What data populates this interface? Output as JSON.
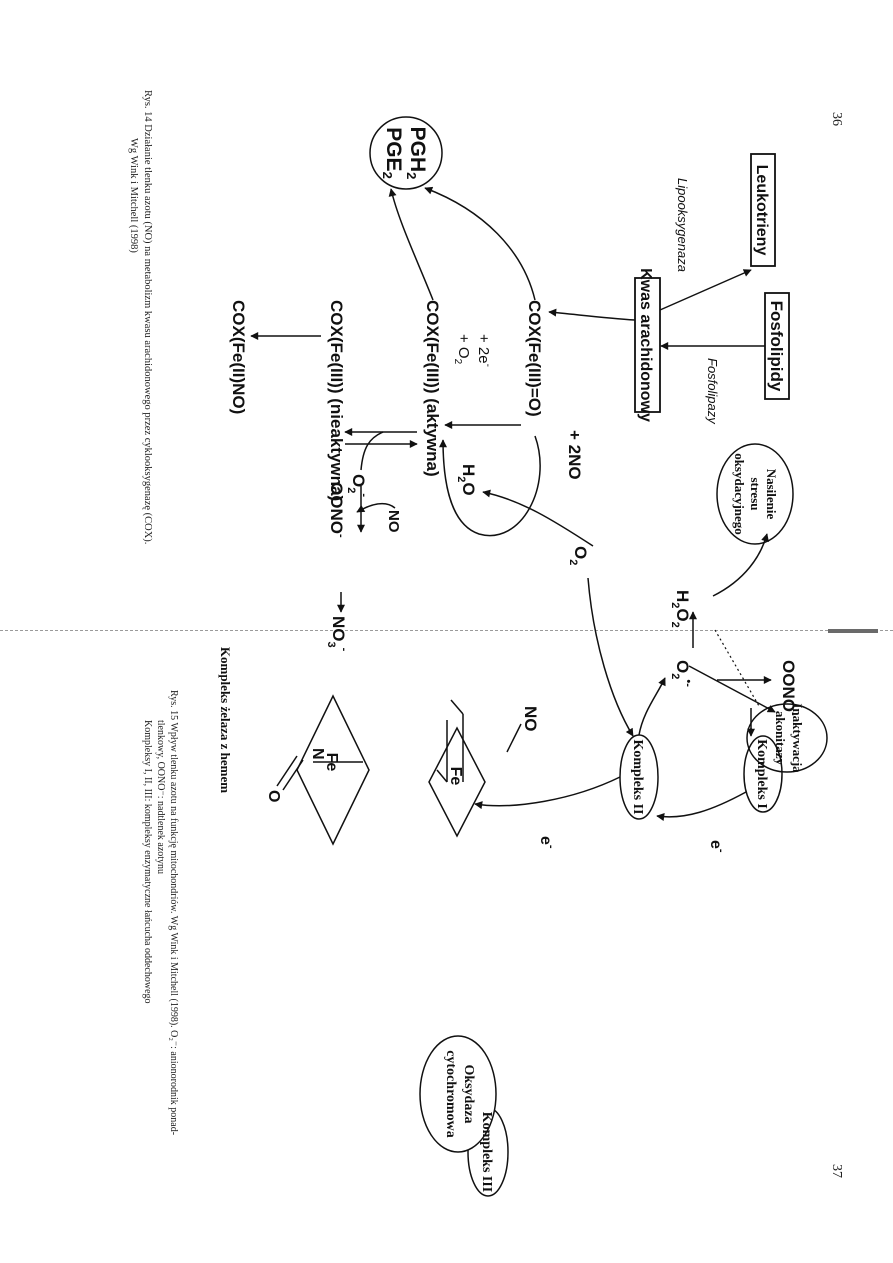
{
  "pages": {
    "left_number": "36",
    "right_number": "37"
  },
  "fig14": {
    "fosfolipidy": "Fosfolipidy",
    "fosfolipazy": "Fosfolipazy",
    "kwas": "Kwas arachidonowy",
    "lipooksygenaza": "Lipooksygenaza",
    "leukotrieny": "Leukotrieny",
    "cox_fe_o": "COX(Fe(III)=O)",
    "pg1": "PGH",
    "pg1_sub": "2",
    "pg2": "PGE",
    "pg2_sub": "2",
    "plus_2no": "+ 2NO",
    "plus_2e": "+ 2e",
    "plus_2e_sup": "-",
    "plus_o2": "+ O",
    "plus_o2_sub": "2",
    "cox_akt": "COX(Fe(III)) (aktywna)",
    "cox_niek": "COX(Fe(III)) (nieaktywna)",
    "cox_no": "COX(Fe(II)NO)",
    "o2r": "O",
    "o2r_sub": "2",
    "o2r_sup": "-",
    "no": "NO",
    "oono": "OONO",
    "oono_sup": "-",
    "no3": "NO",
    "no3_sub": "3",
    "no3_sup": "-",
    "caption1": "Rys. 14 Działanie tlenku azotu (NO) na metabolizm kwasu arachidonowego przez cyklooksygenazę (COX).",
    "caption2": "Wg Wink i Mitchell (1998)"
  },
  "fig15": {
    "k1": "Kompleks I",
    "k2": "Kompleks II",
    "k3": "Kompleks III",
    "e1": "e",
    "e1_sup": "-",
    "e2": "e",
    "e2_sup": "-",
    "oks1": "Oksydaza",
    "oks2": "cytochromowa",
    "o2_rad": "O",
    "o2_rad_sub": "2",
    "o2_rad_sup": "•-",
    "oono": "OONO",
    "oono_sup": "-",
    "ina1": "Inaktywacja",
    "ina2": "akonitazy",
    "h2o2_a": "H",
    "h2o2_sub1": "2",
    "h2o2_b": "O",
    "h2o2_sub2": "2",
    "nas1": "Nasilenie",
    "nas2": "stresu",
    "nas3": "oksydacyjnego",
    "o2": "O",
    "o2_sub": "2",
    "h2o_a": "H",
    "h2o_sub": "2",
    "h2o_b": "O",
    "fe_top": "Fe",
    "no_label": "NO",
    "fe_bottom": "Fe",
    "n_atom": "N",
    "o_atom": "O",
    "heme_caption": "Kompleks żelaza z hemem",
    "caption1": "Rys. 15 Wpływ tlenku azotu na funkcję mitochondriów. Wg Wink i Mitchell (1998). O₂⁻: anionorodnik ponad-",
    "caption2": "tlenkowy, OONO⁻: nadtlenek azotynu",
    "caption3": "Kompleksy I, II, III: kompleksy enzymatyczne łańcucha oddechowego"
  }
}
